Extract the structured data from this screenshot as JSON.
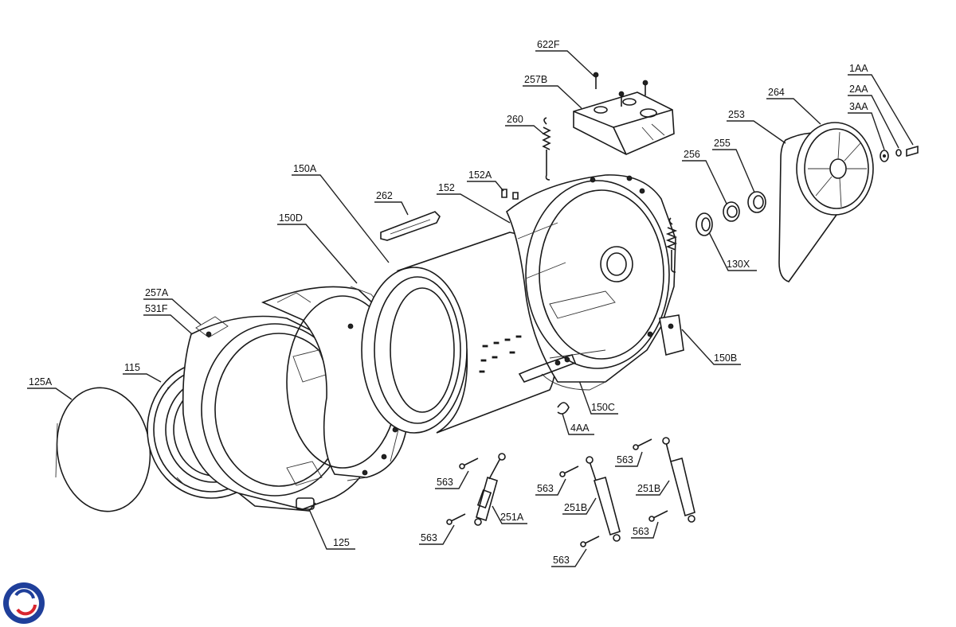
{
  "diagram": {
    "labels": {
      "l622F": "622F",
      "l257B": "257B",
      "l260": "260",
      "l152A": "152A",
      "l152": "152",
      "l150A": "150A",
      "l262": "262",
      "l150D": "150D",
      "l257A": "257A",
      "l531F": "531F",
      "l115": "115",
      "l125A": "125A",
      "l125": "125",
      "l264": "264",
      "l253": "253",
      "l255": "255",
      "l256": "256",
      "l1AA": "1AA",
      "l2AA": "2AA",
      "l3AA": "3AA",
      "l130X": "130X",
      "l150B": "150B",
      "l150C": "150C",
      "l4AA": "4AA",
      "l563a": "563",
      "l563b": "563",
      "l563c": "563",
      "l563d": "563",
      "l563e": "563",
      "l563f": "563",
      "l251A": "251A",
      "l251Ba": "251B",
      "l251Bb": "251B"
    },
    "brand_colors": {
      "blue": "#1f3f9a",
      "red": "#d8262f"
    }
  }
}
